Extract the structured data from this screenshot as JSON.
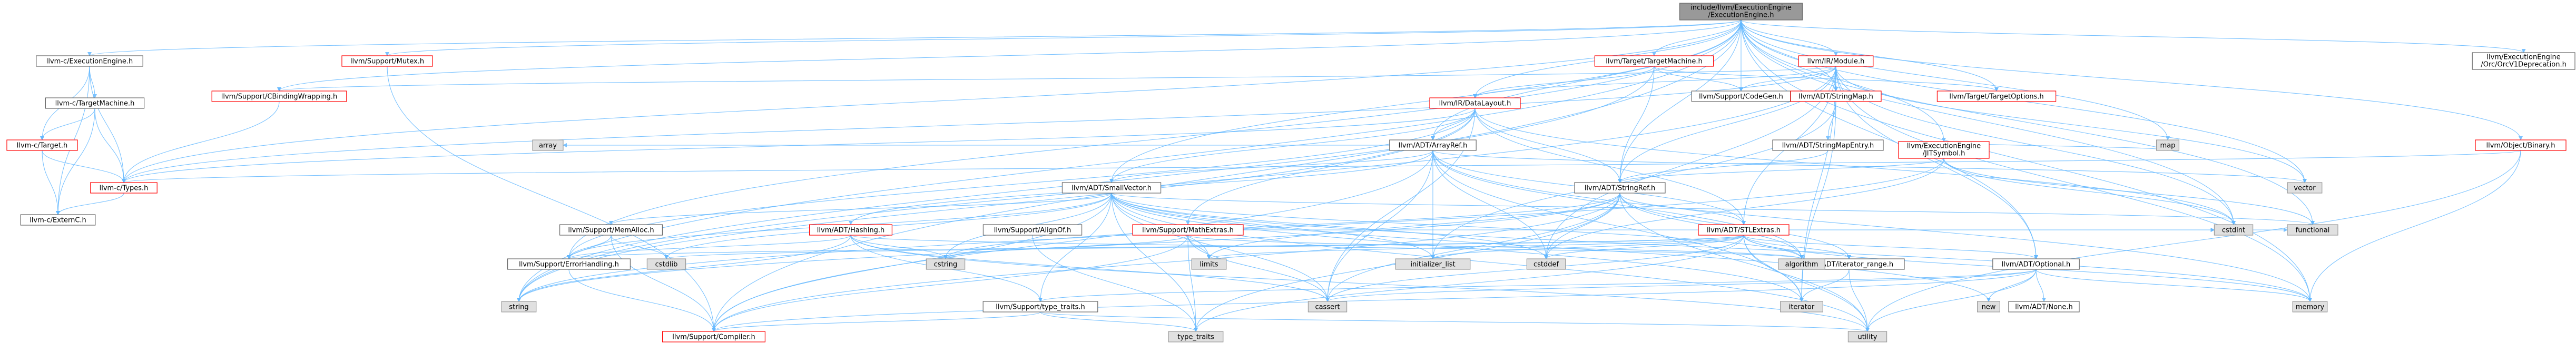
{
  "colors": {
    "edge": "#63b8ff",
    "node_fill": "#ffffff",
    "node_border_default": "#666666",
    "node_border_red": "#ff0000",
    "node_fill_std": "#e0e0e0",
    "node_border_std": "#999999",
    "node_fill_root": "#999999",
    "node_border_root": "#666666"
  },
  "nodes": [
    {
      "id": "root",
      "lines": [
        "include/llvm/ExecutionEngine",
        "/ExecutionEngine.h"
      ],
      "kind": "root"
    },
    {
      "id": "c_ee",
      "lines": [
        "llvm-c/ExecutionEngine.h"
      ],
      "kind": "default"
    },
    {
      "id": "c_tm",
      "lines": [
        "llvm-c/TargetMachine.h"
      ],
      "kind": "default"
    },
    {
      "id": "c_target",
      "lines": [
        "llvm-c/Target.h"
      ],
      "kind": "red"
    },
    {
      "id": "c_types",
      "lines": [
        "llvm-c/Types.h"
      ],
      "kind": "red"
    },
    {
      "id": "c_externc",
      "lines": [
        "llvm-c/ExternC.h"
      ],
      "kind": "default"
    },
    {
      "id": "cbw",
      "lines": [
        "llvm/Support/CBindingWrapping.h"
      ],
      "kind": "red"
    },
    {
      "id": "mutex",
      "lines": [
        "llvm/Support/Mutex.h"
      ],
      "kind": "red"
    },
    {
      "id": "tm",
      "lines": [
        "llvm/Target/TargetMachine.h"
      ],
      "kind": "red"
    },
    {
      "id": "module",
      "lines": [
        "llvm/IR/Module.h"
      ],
      "kind": "red"
    },
    {
      "id": "datalayout",
      "lines": [
        "llvm/IR/DataLayout.h"
      ],
      "kind": "red"
    },
    {
      "id": "codegen",
      "lines": [
        "llvm/Support/CodeGen.h"
      ],
      "kind": "default"
    },
    {
      "id": "stringmap",
      "lines": [
        "llvm/ADT/StringMap.h"
      ],
      "kind": "red"
    },
    {
      "id": "topts",
      "lines": [
        "llvm/Target/TargetOptions.h"
      ],
      "kind": "red"
    },
    {
      "id": "objlib",
      "lines": [
        "llvm/Object/Binary.h"
      ],
      "kind": "red"
    },
    {
      "id": "eeorc",
      "lines": [
        "llvm/ExecutionEngine",
        "/Orc/OrcV1Deprecation.h"
      ],
      "kind": "default"
    },
    {
      "id": "arrayref",
      "lines": [
        "llvm/ADT/ArrayRef.h"
      ],
      "kind": "default"
    },
    {
      "id": "smentry",
      "lines": [
        "llvm/ADT/StringMapEntry.h"
      ],
      "kind": "default"
    },
    {
      "id": "jitsym",
      "lines": [
        "llvm/ExecutionEngine",
        "/JITSymbol.h"
      ],
      "kind": "red"
    },
    {
      "id": "smallvec",
      "lines": [
        "llvm/ADT/SmallVector.h"
      ],
      "kind": "default"
    },
    {
      "id": "stringref",
      "lines": [
        "llvm/ADT/StringRef.h"
      ],
      "kind": "default"
    },
    {
      "id": "memalloc",
      "lines": [
        "llvm/Support/MemAlloc.h"
      ],
      "kind": "default"
    },
    {
      "id": "hashing",
      "lines": [
        "llvm/ADT/Hashing.h"
      ],
      "kind": "red"
    },
    {
      "id": "alignof",
      "lines": [
        "llvm/Support/AlignOf.h"
      ],
      "kind": "default"
    },
    {
      "id": "mathextras",
      "lines": [
        "llvm/Support/MathExtras.h"
      ],
      "kind": "red"
    },
    {
      "id": "stlextras",
      "lines": [
        "llvm/ADT/STLExtras.h"
      ],
      "kind": "red"
    },
    {
      "id": "errhandling",
      "lines": [
        "llvm/Support/ErrorHandling.h"
      ],
      "kind": "default"
    },
    {
      "id": "itrange",
      "lines": [
        "llvm/ADT/iterator_range.h"
      ],
      "kind": "default"
    },
    {
      "id": "optional",
      "lines": [
        "llvm/ADT/Optional.h"
      ],
      "kind": "default"
    },
    {
      "id": "none",
      "lines": [
        "llvm/ADT/None.h"
      ],
      "kind": "default"
    },
    {
      "id": "typetraits",
      "lines": [
        "llvm/Support/type_traits.h"
      ],
      "kind": "default"
    },
    {
      "id": "compiler",
      "lines": [
        "llvm/Support/Compiler.h"
      ],
      "kind": "red"
    },
    {
      "id": "array",
      "lines": [
        "array"
      ],
      "kind": "std"
    },
    {
      "id": "map",
      "lines": [
        "map"
      ],
      "kind": "std"
    },
    {
      "id": "vector",
      "lines": [
        "vector"
      ],
      "kind": "std"
    },
    {
      "id": "cstdint",
      "lines": [
        "cstdint"
      ],
      "kind": "std"
    },
    {
      "id": "functional",
      "lines": [
        "functional"
      ],
      "kind": "std"
    },
    {
      "id": "memory",
      "lines": [
        "memory"
      ],
      "kind": "std"
    },
    {
      "id": "string",
      "lines": [
        "string"
      ],
      "kind": "std"
    },
    {
      "id": "cstdlib",
      "lines": [
        "cstdlib"
      ],
      "kind": "std"
    },
    {
      "id": "cstring",
      "lines": [
        "cstring"
      ],
      "kind": "std"
    },
    {
      "id": "limits",
      "lines": [
        "limits"
      ],
      "kind": "std"
    },
    {
      "id": "initlist",
      "lines": [
        "initializer_list"
      ],
      "kind": "std"
    },
    {
      "id": "cstddef",
      "lines": [
        "cstddef"
      ],
      "kind": "std"
    },
    {
      "id": "algorithm",
      "lines": [
        "algorithm"
      ],
      "kind": "std"
    },
    {
      "id": "cassert",
      "lines": [
        "cassert"
      ],
      "kind": "std"
    },
    {
      "id": "iterator",
      "lines": [
        "iterator"
      ],
      "kind": "std"
    },
    {
      "id": "new",
      "lines": [
        "new"
      ],
      "kind": "std"
    },
    {
      "id": "typetraits_std",
      "lines": [
        "type_traits"
      ],
      "kind": "std"
    },
    {
      "id": "utility",
      "lines": [
        "utility"
      ],
      "kind": "std"
    }
  ],
  "edges": [
    [
      "root",
      "c_ee"
    ],
    [
      "root",
      "cbw"
    ],
    [
      "root",
      "mutex"
    ],
    [
      "root",
      "tm"
    ],
    [
      "root",
      "module"
    ],
    [
      "root",
      "datalayout"
    ],
    [
      "root",
      "codegen"
    ],
    [
      "root",
      "stringmap"
    ],
    [
      "root",
      "topts"
    ],
    [
      "root",
      "objlib"
    ],
    [
      "root",
      "eeorc"
    ],
    [
      "root",
      "arrayref"
    ],
    [
      "root",
      "smallvec"
    ],
    [
      "root",
      "stringref"
    ],
    [
      "root",
      "jitsym"
    ],
    [
      "root",
      "errhandling"
    ],
    [
      "root",
      "map"
    ],
    [
      "root",
      "vector"
    ],
    [
      "root",
      "cstdint"
    ],
    [
      "root",
      "functional"
    ],
    [
      "root",
      "memory"
    ],
    [
      "root",
      "string"
    ],
    [
      "root",
      "c_types"
    ],
    [
      "root",
      "optional"
    ],
    [
      "root",
      "compiler"
    ],
    [
      "c_ee",
      "c_tm"
    ],
    [
      "c_ee",
      "c_target"
    ],
    [
      "c_ee",
      "c_types"
    ],
    [
      "c_ee",
      "c_externc"
    ],
    [
      "c_tm",
      "c_target"
    ],
    [
      "c_tm",
      "c_types"
    ],
    [
      "c_tm",
      "c_externc"
    ],
    [
      "c_target",
      "c_types"
    ],
    [
      "c_target",
      "c_externc"
    ],
    [
      "c_types",
      "c_externc"
    ],
    [
      "cbw",
      "c_types"
    ],
    [
      "mutex",
      "compiler"
    ],
    [
      "tm",
      "codegen"
    ],
    [
      "tm",
      "topts"
    ],
    [
      "tm",
      "datalayout"
    ],
    [
      "tm",
      "stringref"
    ],
    [
      "tm",
      "string"
    ],
    [
      "module",
      "datalayout"
    ],
    [
      "module",
      "stringmap"
    ],
    [
      "module",
      "stringref"
    ],
    [
      "module",
      "codegen"
    ],
    [
      "module",
      "c_types"
    ],
    [
      "module",
      "cstddef"
    ],
    [
      "module",
      "cstdint"
    ],
    [
      "module",
      "iterator"
    ],
    [
      "module",
      "memory"
    ],
    [
      "module",
      "string"
    ],
    [
      "module",
      "vector"
    ],
    [
      "module",
      "stlextras"
    ],
    [
      "module",
      "optional"
    ],
    [
      "module",
      "cbw"
    ],
    [
      "datalayout",
      "arrayref"
    ],
    [
      "datalayout",
      "smallvec"
    ],
    [
      "datalayout",
      "stringref"
    ],
    [
      "datalayout",
      "mathextras"
    ],
    [
      "datalayout",
      "errhandling"
    ],
    [
      "datalayout",
      "cassert"
    ],
    [
      "datalayout",
      "cstdint"
    ],
    [
      "datalayout",
      "string"
    ],
    [
      "datalayout",
      "stlextras"
    ],
    [
      "datalayout",
      "c_types"
    ],
    [
      "stringmap",
      "smentry"
    ],
    [
      "stringmap",
      "initlist"
    ],
    [
      "stringmap",
      "iterator"
    ],
    [
      "smentry",
      "stringref"
    ],
    [
      "objlib",
      "memory"
    ],
    [
      "objlib",
      "utility"
    ],
    [
      "objlib",
      "c_types"
    ],
    [
      "jitsym",
      "stringref"
    ],
    [
      "jitsym",
      "functional"
    ],
    [
      "jitsym",
      "map"
    ],
    [
      "jitsym",
      "set"
    ],
    [
      "jitsym",
      "string"
    ],
    [
      "jitsym",
      "cstddef"
    ],
    [
      "jitsym",
      "cstdint"
    ],
    [
      "arrayref",
      "hashing"
    ],
    [
      "arrayref",
      "smallvec"
    ],
    [
      "arrayref",
      "stlextras"
    ],
    [
      "arrayref",
      "compiler"
    ],
    [
      "arrayref",
      "algorithm"
    ],
    [
      "arrayref",
      "array"
    ],
    [
      "arrayref",
      "cassert"
    ],
    [
      "arrayref",
      "cstddef"
    ],
    [
      "arrayref",
      "initlist"
    ],
    [
      "arrayref",
      "iterator"
    ],
    [
      "arrayref",
      "memory"
    ],
    [
      "arrayref",
      "type_traits"
    ],
    [
      "arrayref",
      "vector"
    ],
    [
      "smallvec",
      "compiler"
    ],
    [
      "smallvec",
      "errhandling"
    ],
    [
      "smallvec",
      "memalloc"
    ],
    [
      "smallvec",
      "typetraits"
    ],
    [
      "smallvec",
      "algorithm"
    ],
    [
      "smallvec",
      "cassert"
    ],
    [
      "smallvec",
      "cstddef"
    ],
    [
      "smallvec",
      "cstdlib"
    ],
    [
      "smallvec",
      "cstring"
    ],
    [
      "smallvec",
      "functional"
    ],
    [
      "smallvec",
      "initlist"
    ],
    [
      "smallvec",
      "iterator"
    ],
    [
      "smallvec",
      "limits"
    ],
    [
      "smallvec",
      "memory"
    ],
    [
      "smallvec",
      "new"
    ],
    [
      "smallvec",
      "typetraits_std"
    ],
    [
      "smallvec",
      "utility"
    ],
    [
      "stringref",
      "stlextras"
    ],
    [
      "stringref",
      "itrange"
    ],
    [
      "stringref",
      "compiler"
    ],
    [
      "stringref",
      "algorithm"
    ],
    [
      "stringref",
      "cassert"
    ],
    [
      "stringref",
      "cstddef"
    ],
    [
      "stringref",
      "cstring"
    ],
    [
      "stringref",
      "limits"
    ],
    [
      "stringref",
      "string"
    ],
    [
      "stringref",
      "typetraits_std"
    ],
    [
      "stringref",
      "utility"
    ],
    [
      "memalloc",
      "compiler"
    ],
    [
      "memalloc",
      "errhandling"
    ],
    [
      "memalloc",
      "cstdlib"
    ],
    [
      "hashing",
      "errhandling"
    ],
    [
      "hashing",
      "typetraits"
    ],
    [
      "hashing",
      "algorithm"
    ],
    [
      "hashing",
      "cassert"
    ],
    [
      "hashing",
      "cstring"
    ],
    [
      "hashing",
      "string"
    ],
    [
      "hashing",
      "tuple"
    ],
    [
      "hashing",
      "utility"
    ],
    [
      "mathextras",
      "compiler"
    ],
    [
      "mathextras",
      "algorithm"
    ],
    [
      "mathextras",
      "cassert"
    ],
    [
      "mathextras",
      "climits"
    ],
    [
      "mathextras",
      "cstdint"
    ],
    [
      "mathextras",
      "cstring"
    ],
    [
      "mathextras",
      "limits"
    ],
    [
      "mathextras",
      "typetraits_std"
    ],
    [
      "stlextras",
      "optional"
    ],
    [
      "stlextras",
      "itrange"
    ],
    [
      "stlextras",
      "errhandling"
    ],
    [
      "stlextras",
      "algorithm"
    ],
    [
      "stlextras",
      "cassert"
    ],
    [
      "stlextras",
      "cstddef"
    ],
    [
      "stlextras",
      "cstdint"
    ],
    [
      "stlextras",
      "cstdlib"
    ],
    [
      "stlextras",
      "functional"
    ],
    [
      "stlextras",
      "initlist"
    ],
    [
      "stlextras",
      "iterator"
    ],
    [
      "stlextras",
      "limits"
    ],
    [
      "stlextras",
      "memory"
    ],
    [
      "stlextras",
      "typetraits_std"
    ],
    [
      "stlextras",
      "utility"
    ],
    [
      "errhandling",
      "compiler"
    ],
    [
      "itrange",
      "iterator"
    ],
    [
      "itrange",
      "utility"
    ],
    [
      "optional",
      "none"
    ],
    [
      "optional",
      "compiler"
    ],
    [
      "optional",
      "typetraits"
    ],
    [
      "optional",
      "cassert"
    ],
    [
      "optional",
      "memory"
    ],
    [
      "optional",
      "new"
    ],
    [
      "optional",
      "utility"
    ],
    [
      "typetraits",
      "compiler"
    ],
    [
      "typetraits",
      "typetraits_std"
    ],
    [
      "typetraits",
      "utility"
    ],
    [
      "alignof",
      "typetraits_std"
    ]
  ]
}
